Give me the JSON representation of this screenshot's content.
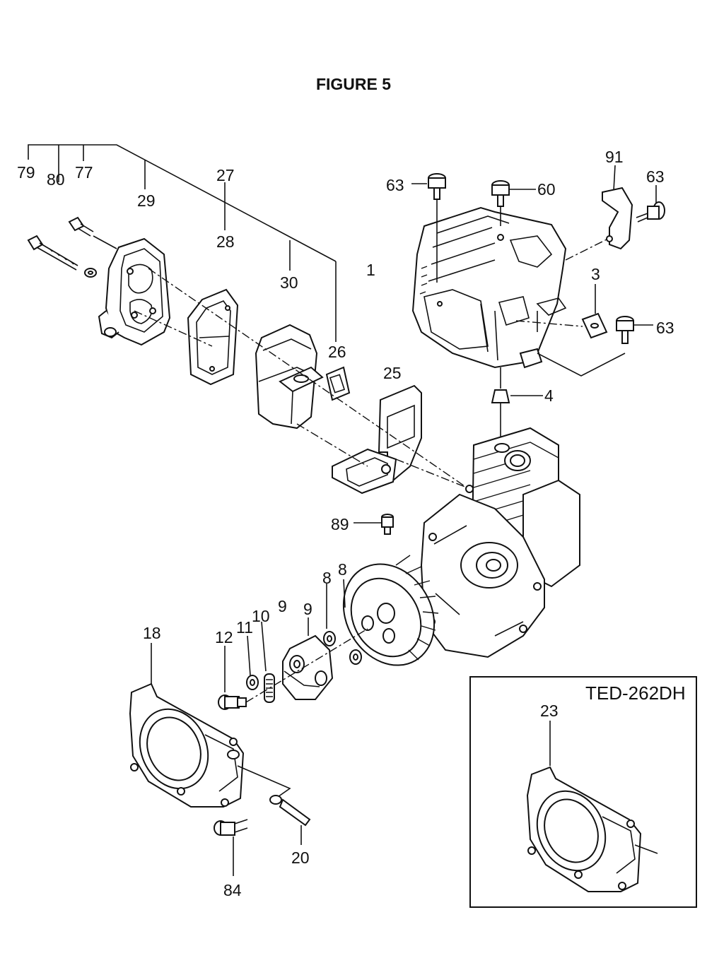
{
  "title": "FIGURE 5",
  "inset": {
    "label": "TED-262DH",
    "part": "23"
  },
  "callouts": {
    "c79": "79",
    "c80": "80",
    "c77": "77",
    "c29": "29",
    "c27": "27",
    "c28": "28",
    "c30": "30",
    "c26": "26",
    "c25": "25",
    "c1": "1",
    "c63a": "63",
    "c60": "60",
    "c91": "91",
    "c63b": "63",
    "c3": "3",
    "c63c": "63",
    "c4": "4",
    "c89": "89",
    "c18": "18",
    "c12": "12",
    "c11": "11",
    "c10": "10",
    "c9a": "9",
    "c9b": "9",
    "c8a": "8",
    "c8b": "8",
    "c20": "20",
    "c84": "84"
  }
}
